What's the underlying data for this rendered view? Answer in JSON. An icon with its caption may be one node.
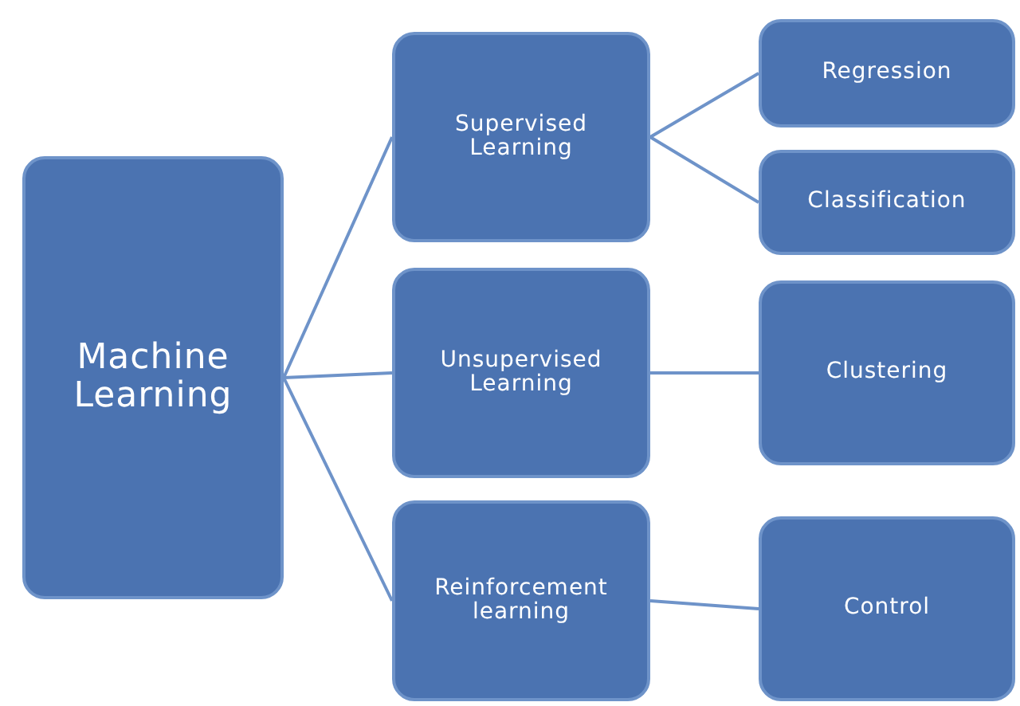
{
  "diagram": {
    "nodes": [
      {
        "text": [
          "Machine Learning"
        ]
      },
      {
        "text": [
          "Supervised Learning"
        ]
      },
      {
        "text": [
          "Unsupervised Learning"
        ]
      },
      {
        "text": [
          "Reinforcement learning"
        ]
      },
      {
        "text": [
          "Regression"
        ]
      },
      {
        "text": [
          "Classification"
        ]
      },
      {
        "text": [
          "Clustering"
        ]
      },
      {
        "text": [
          "Control"
        ]
      }
    ],
    "edges": [
      {
        "from": 0,
        "to": 1,
        "arrow": "none"
      },
      {
        "from": 0,
        "to": 2,
        "arrow": "none"
      },
      {
        "from": 0,
        "to": 3,
        "arrow": "none"
      },
      {
        "from": 1,
        "to": 4,
        "arrow": "none"
      },
      {
        "from": 1,
        "to": 5,
        "arrow": "none"
      },
      {
        "from": 2,
        "to": 6,
        "arrow": "none"
      },
      {
        "from": 3,
        "to": 7,
        "arrow": "none"
      }
    ]
  }
}
